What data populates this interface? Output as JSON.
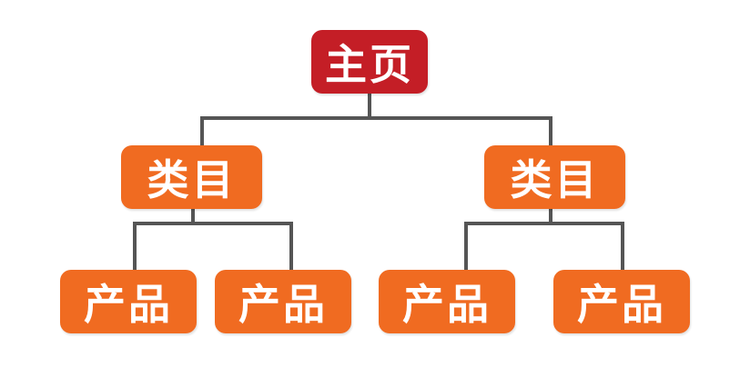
{
  "diagram": {
    "type": "tree",
    "colors": {
      "root": "#c41e26",
      "category": "#f06b21",
      "product": "#f06b21",
      "connector": "#555555",
      "text": "#ffffff"
    },
    "root": {
      "label": "主页"
    },
    "categories": [
      {
        "label": "类目",
        "products": [
          {
            "label": "产品"
          },
          {
            "label": "产品"
          }
        ]
      },
      {
        "label": "类目",
        "products": [
          {
            "label": "产品"
          },
          {
            "label": "产品"
          }
        ]
      }
    ]
  }
}
